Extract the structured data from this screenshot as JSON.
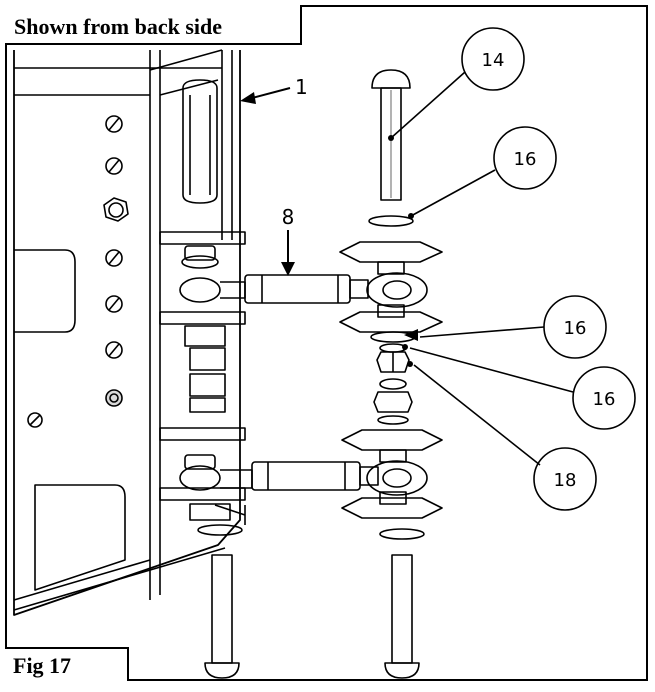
{
  "header": {
    "text": "Shown from back side"
  },
  "figure_label": {
    "text": "Fig 17"
  },
  "callouts": {
    "c1": "1",
    "c8": "8",
    "c14": "14",
    "c16a": "16",
    "c16b": "16",
    "c16c": "16",
    "c18": "18"
  }
}
